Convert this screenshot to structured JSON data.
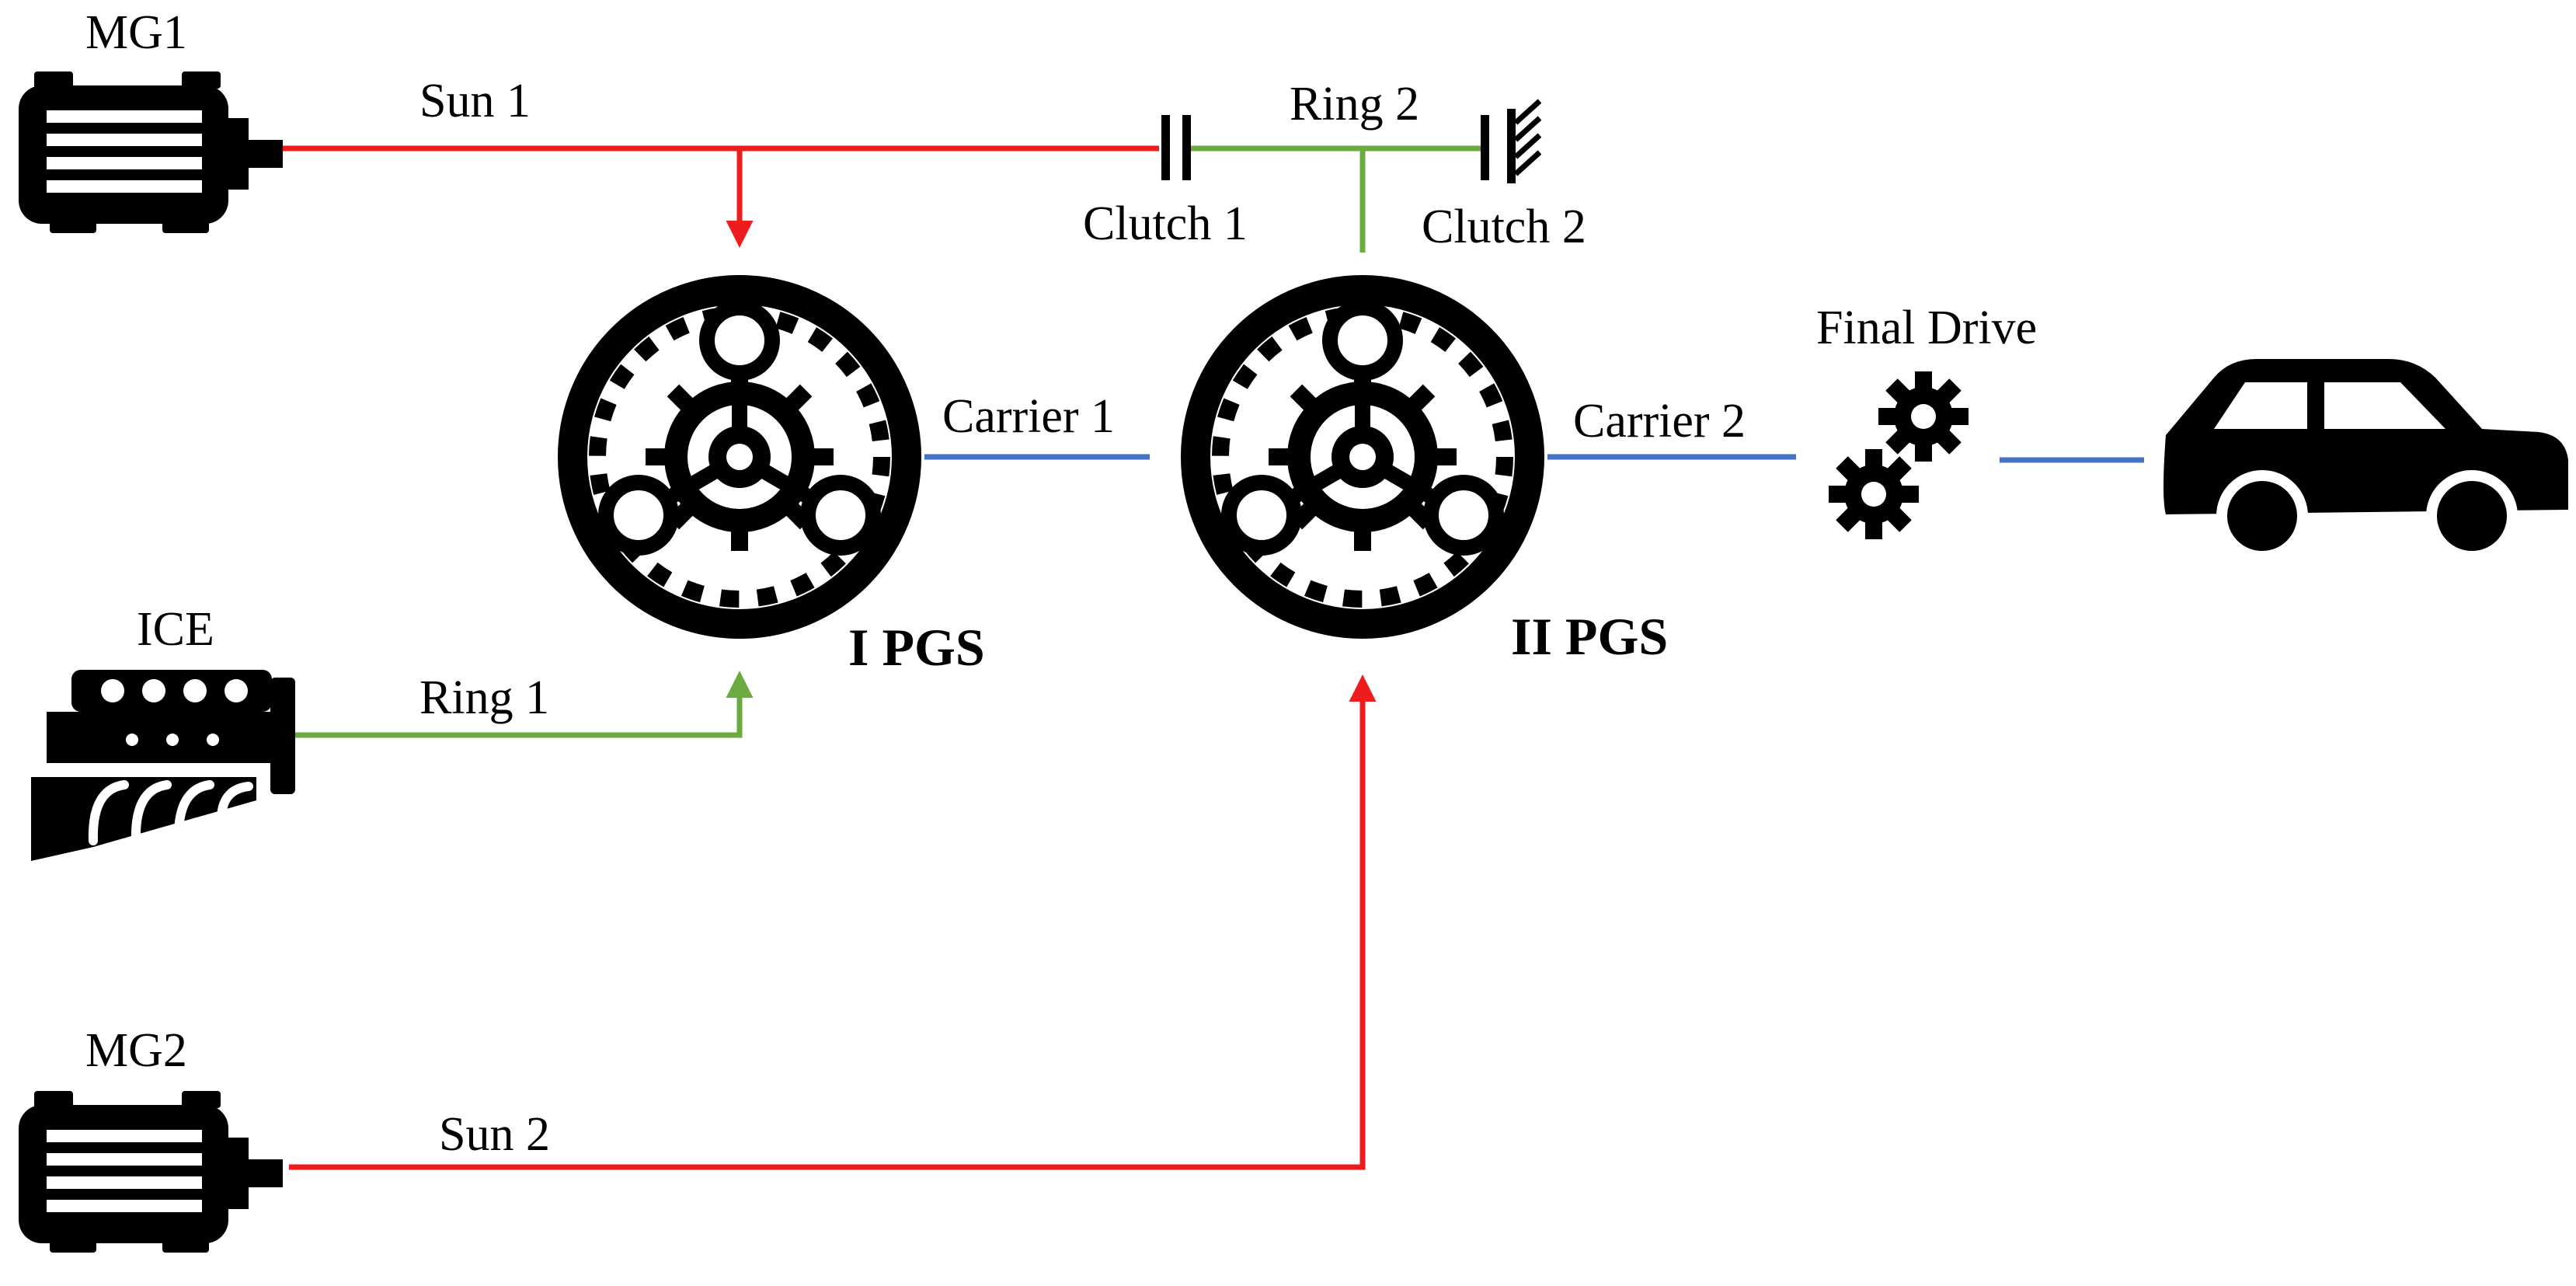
{
  "diagram": {
    "components": {
      "mg1": {
        "label": "MG1",
        "icon": "electric-motor-icon"
      },
      "mg2": {
        "label": "MG2",
        "icon": "electric-motor-icon"
      },
      "ice": {
        "label": "ICE",
        "icon": "engine-icon"
      },
      "pgs1": {
        "label": "I PGS",
        "icon": "planetary-gear-icon"
      },
      "pgs2": {
        "label": "II PGS",
        "icon": "planetary-gear-icon"
      },
      "clutch1": {
        "label": "Clutch 1",
        "icon": "clutch-icon"
      },
      "clutch2": {
        "label": "Clutch 2",
        "icon": "brake-clutch-icon"
      },
      "final_drive": {
        "label": "Final Drive",
        "icon": "gears-icon"
      },
      "vehicle": {
        "icon": "car-icon"
      }
    },
    "links": {
      "sun1": {
        "label": "Sun 1",
        "color": "#ee1c1c"
      },
      "sun2": {
        "label": "Sun 2",
        "color": "#ee1c1c"
      },
      "ring1": {
        "label": "Ring 1",
        "color": "#6aaa3e"
      },
      "ring2": {
        "label": "Ring 2",
        "color": "#6aaa3e"
      },
      "carrier1": {
        "label": "Carrier 1",
        "color": "#4472c4"
      },
      "carrier2": {
        "label": "Carrier 2",
        "color": "#4472c4"
      }
    }
  }
}
